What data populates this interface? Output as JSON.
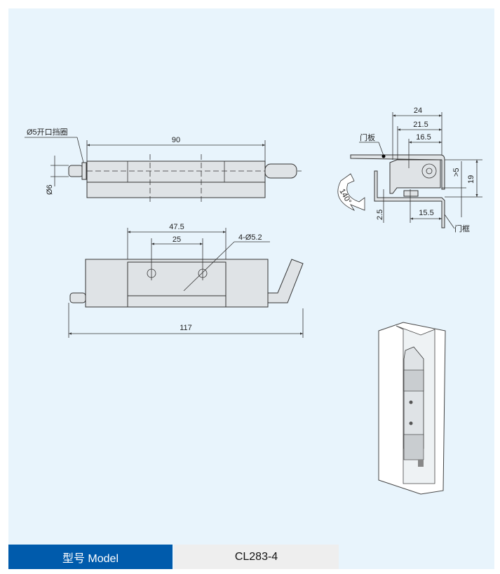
{
  "front_view": {
    "circlip_label": "Ø5开口挡圈",
    "width_dim": "90",
    "pin_dim": "Ø6"
  },
  "top_view": {
    "hole_span": "47.5",
    "hole_pitch": "25",
    "hole_label": "4-Ø5.2",
    "total_length": "117"
  },
  "side_view": {
    "dim_24": "24",
    "dim_21_5": "21.5",
    "dim_16_5": "16.5",
    "door_panel": "门板",
    "door_frame": "门框",
    "dim_gt5": ">5",
    "dim_19": "19",
    "dim_2_5": "2.5",
    "dim_15_5": "15.5",
    "angle": "140°"
  },
  "model": {
    "label": "型号 Model",
    "value": "CL283-4"
  }
}
